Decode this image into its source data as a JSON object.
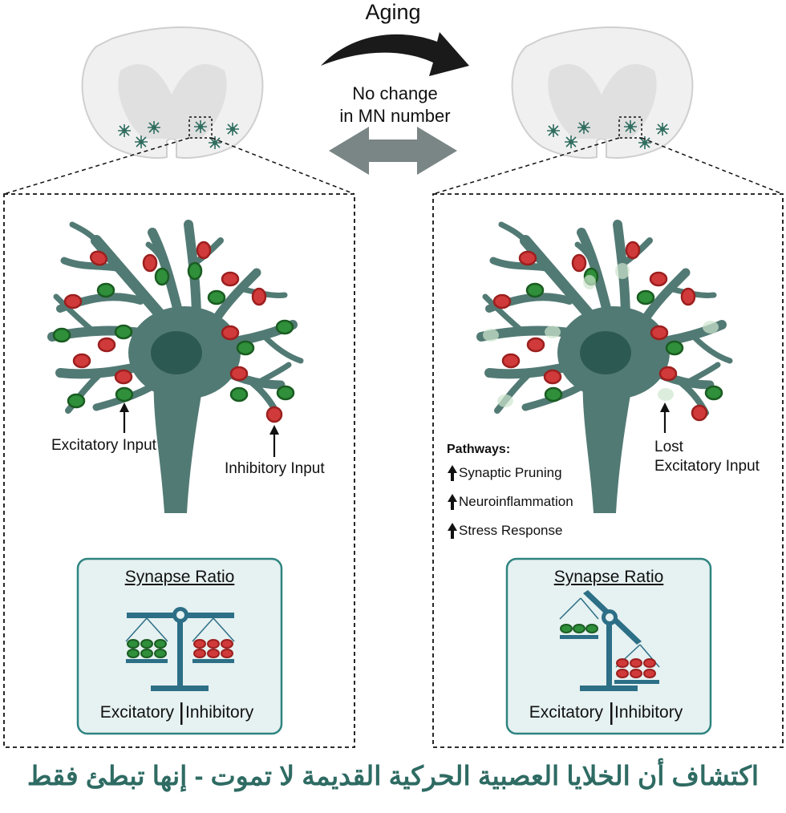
{
  "top": {
    "aging_label": "Aging",
    "no_change_line1": "No change",
    "no_change_line2": "in MN number"
  },
  "left_panel": {
    "excitatory_label": "Excitatory Input",
    "inhibitory_label": "Inhibitory Input",
    "synapse_ratio_title": "Synapse Ratio",
    "ratio_left": "Excitatory",
    "ratio_right": "Inhibitory"
  },
  "right_panel": {
    "lost_label_line1": "Lost",
    "lost_label_line2": "Excitatory Input",
    "pathways_title": "Pathways:",
    "pathways": [
      "Synaptic Pruning",
      "Neuroinflammation",
      "Stress Response"
    ],
    "synapse_ratio_title": "Synapse Ratio",
    "ratio_left": "Excitatory",
    "ratio_right": "Inhibitory"
  },
  "caption": "اكتشاف أن الخلايا العصبية الحركية القديمة لا تموت - إنها تبطئ فقط",
  "colors": {
    "neuron": "#527a74",
    "soma": "#2c5a52",
    "excitatory": "#2f8f3a",
    "inhibitory": "#d13a3a",
    "scale": "#2c6f86",
    "box_fill": "#e6f1f1",
    "box_border": "#2e8480",
    "caption": "#2e6b63"
  }
}
